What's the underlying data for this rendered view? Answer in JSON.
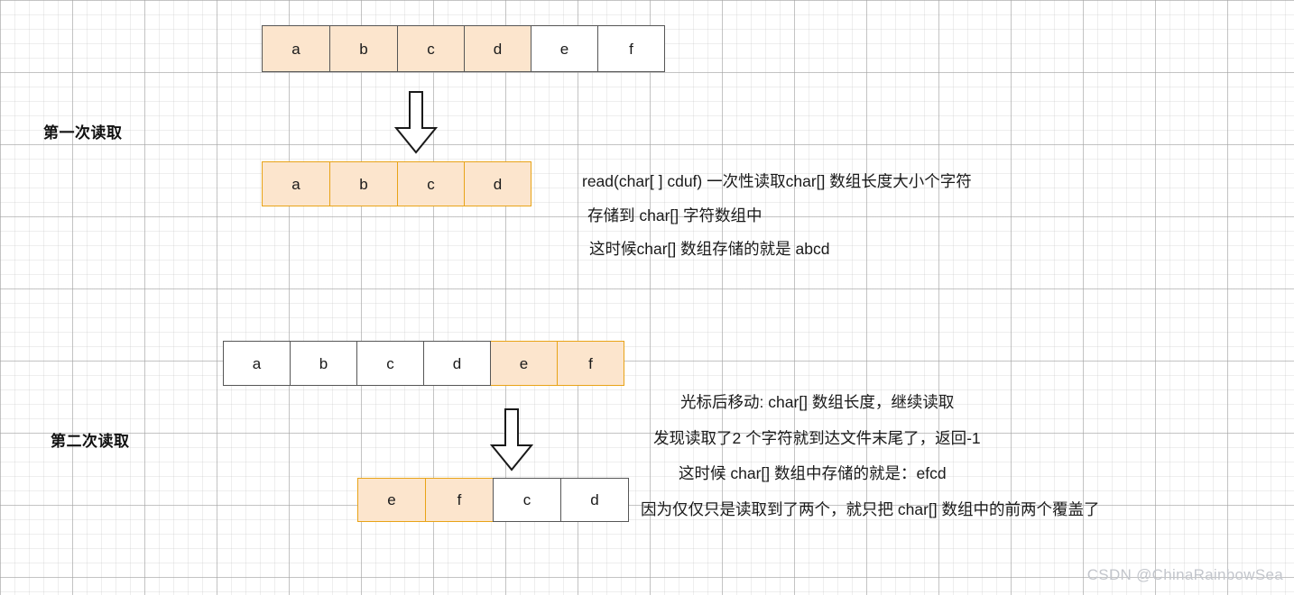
{
  "diagram": {
    "title_labels": {
      "first_read": "第一次读取",
      "second_read": "第二次读取"
    },
    "rows": {
      "row1": {
        "name": "source-buffer-initial",
        "cells": [
          {
            "text": "a",
            "filled": true,
            "border": "dark"
          },
          {
            "text": "b",
            "filled": true,
            "border": "dark"
          },
          {
            "text": "c",
            "filled": true,
            "border": "dark"
          },
          {
            "text": "d",
            "filled": true,
            "border": "dark"
          },
          {
            "text": "e",
            "filled": false,
            "border": "dark"
          },
          {
            "text": "f",
            "filled": false,
            "border": "dark"
          }
        ]
      },
      "row2": {
        "name": "char-array-after-first-read",
        "cells": [
          {
            "text": "a",
            "filled": true,
            "border": "gold"
          },
          {
            "text": "b",
            "filled": true,
            "border": "gold"
          },
          {
            "text": "c",
            "filled": true,
            "border": "gold"
          },
          {
            "text": "d",
            "filled": true,
            "border": "gold"
          }
        ]
      },
      "row3": {
        "name": "source-buffer-second-pass",
        "cells": [
          {
            "text": "a",
            "filled": false,
            "border": "dark"
          },
          {
            "text": "b",
            "filled": false,
            "border": "dark"
          },
          {
            "text": "c",
            "filled": false,
            "border": "dark"
          },
          {
            "text": "d",
            "filled": false,
            "border": "dark"
          },
          {
            "text": "e",
            "filled": true,
            "border": "gold"
          },
          {
            "text": "f",
            "filled": true,
            "border": "gold"
          }
        ]
      },
      "row4": {
        "name": "char-array-after-second-read",
        "cells": [
          {
            "text": "e",
            "filled": true,
            "border": "gold"
          },
          {
            "text": "f",
            "filled": true,
            "border": "gold"
          },
          {
            "text": "c",
            "filled": false,
            "border": "dark"
          },
          {
            "text": "d",
            "filled": false,
            "border": "dark"
          }
        ]
      }
    },
    "notes": {
      "first": [
        "read(char[ ] cduf) 一次性读取char[] 数组长度大小个字符",
        "存储到 char[] 字符数组中",
        "这时候char[] 数组存储的就是 abcd"
      ],
      "second": [
        "光标后移动: char[] 数组长度，继续读取",
        "发现读取了2 个字符就到达文件末尾了，返回-1",
        "这时候 char[] 数组中存储的就是：efcd",
        "因为仅仅只是读取到了两个，就只把 char[] 数组中的前两个覆盖了"
      ]
    },
    "watermark": "CSDN @ChinaRainbowSea",
    "colors": {
      "fill_orange": "#fce5cd",
      "border_gold": "#e8a317",
      "border_dark": "#565656",
      "text": "#1a1a1a",
      "watermark": "#c3c6cc"
    }
  }
}
